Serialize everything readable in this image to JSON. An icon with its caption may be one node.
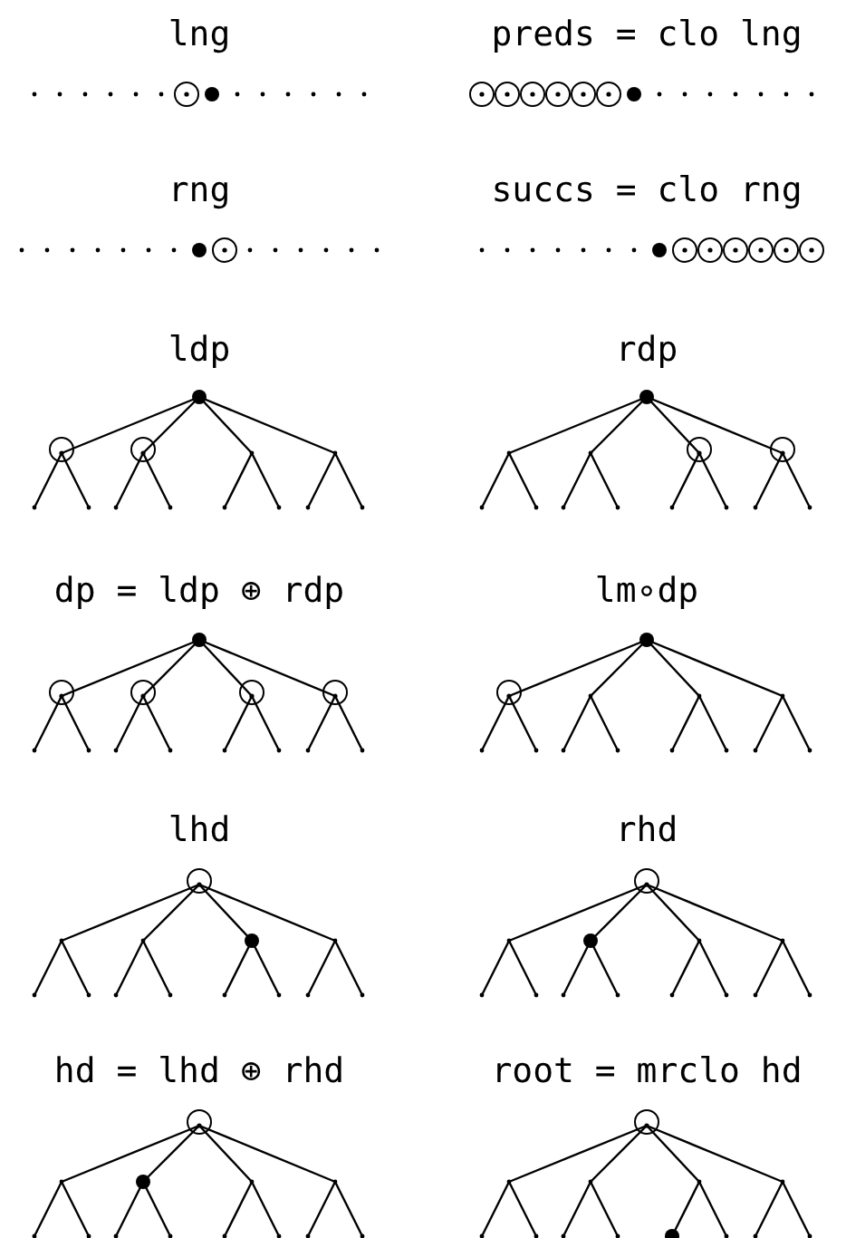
{
  "diagram": {
    "labels": [
      "lng",
      "preds = clo lng",
      "rng",
      "succs = clo rng",
      "ldp",
      "rdp",
      "dp = ldp ⊕ rdp",
      "lm∘dp",
      "lhd",
      "rhd",
      "hd = lhd ⊕ rhd",
      "root = mrclo hd"
    ]
  }
}
